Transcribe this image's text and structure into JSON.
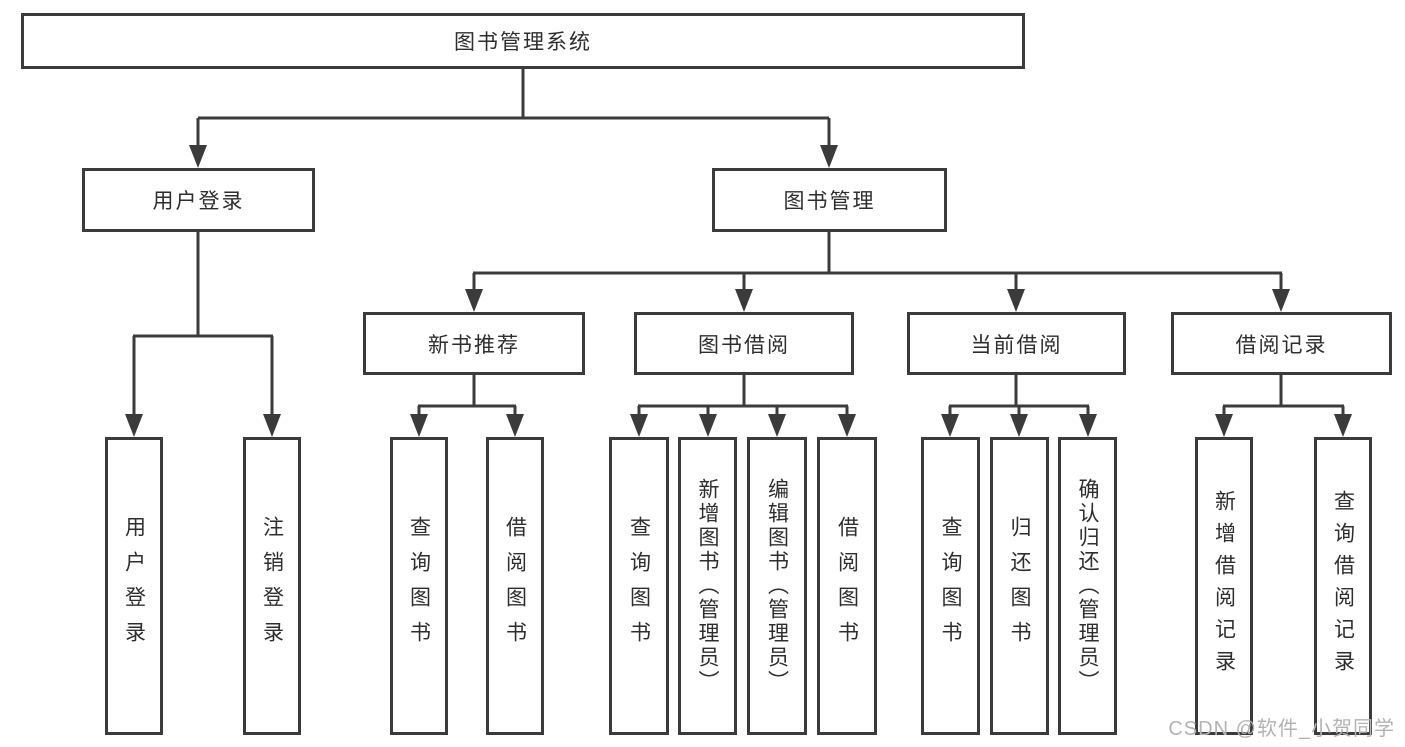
{
  "tree": {
    "root": "图书管理系统",
    "branches": [
      {
        "label": "用户登录",
        "children": [
          "用户登录",
          "注销登录"
        ]
      },
      {
        "label": "图书管理",
        "children": [
          {
            "label": "新书推荐",
            "children": [
              "查询图书",
              "借阅图书"
            ]
          },
          {
            "label": "图书借阅",
            "children": [
              "查询图书",
              "新增图书（管理员）",
              "编辑图书（管理员）",
              "借阅图书"
            ]
          },
          {
            "label": "当前借阅",
            "children": [
              "查询图书",
              "归还图书",
              "确认归还（管理员）"
            ]
          },
          {
            "label": "借阅记录",
            "children": [
              "新增借阅记录",
              "查询借阅记录"
            ]
          }
        ]
      }
    ]
  },
  "watermark": "CSDN @软件_小贺同学",
  "colors": {
    "line": "#3b3b3b",
    "text": "#2e2e2e",
    "box_background": "#ffffff",
    "watermark": "#b3b3b3",
    "page_background": "#ffffff"
  }
}
